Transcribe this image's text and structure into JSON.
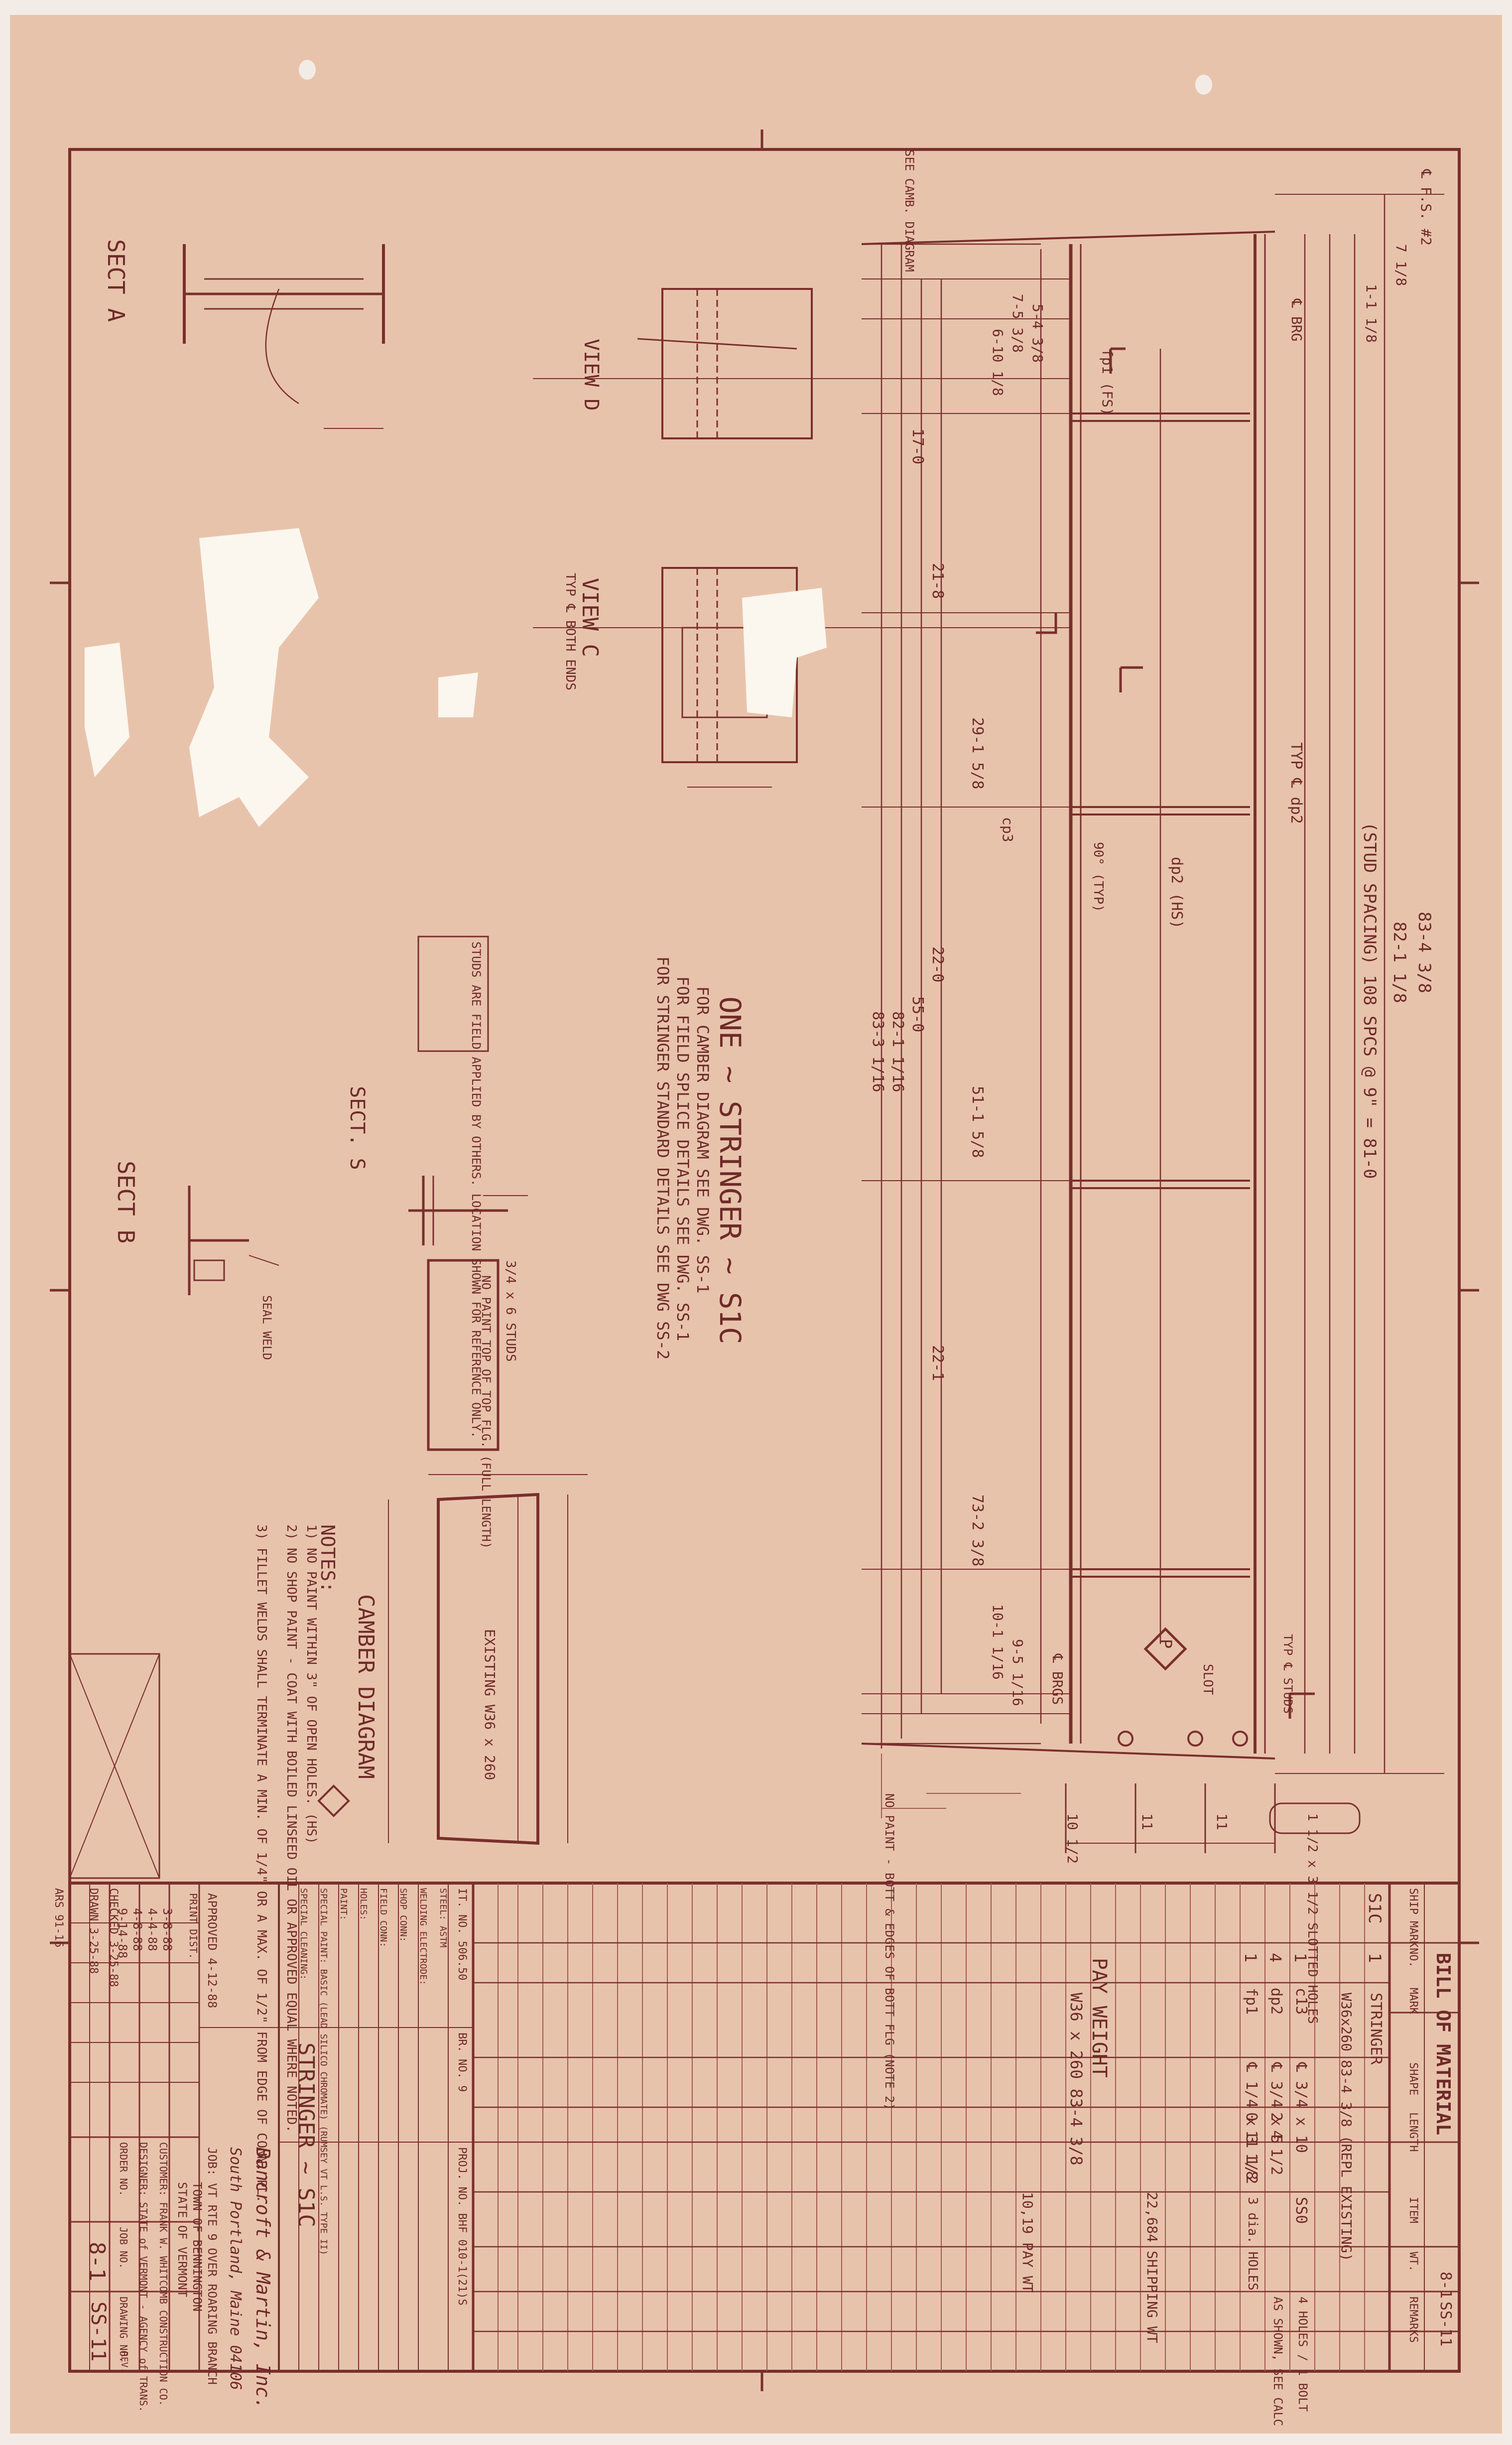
{
  "colors": {
    "paper": "#e8c3ac",
    "ink": "#7a2f2c",
    "ink_light": "#a35a50",
    "background": "#f3ece6",
    "white_patch": "#fbf7ee"
  },
  "elevation": {
    "dimensions_top": [
      "83-4 3/8",
      "82-1 1/8",
      "(STUD SPACING) 108 SPCS @ 9\" = 81-0"
    ],
    "dimensions_inner": [
      "17-0",
      "21-8",
      "29-1 5/8",
      "22-0",
      "55-0",
      "51-1 5/8",
      "22-1",
      "73-2 3/8",
      "82-1 1/16",
      "83-3 1/16",
      "10-1 1/16",
      "9-5 1/16",
      "7-5 3/8",
      "6-10 1/8",
      "5-4 3/8",
      "1-1 1/8",
      "7 1/8"
    ],
    "labels": [
      "℄ F.S. #2",
      "℄ BRG",
      "℄ BRGS",
      "SEE CAMB. DIAGRAM",
      "fp1 (FS)",
      "dp2 (HS)",
      "TYP ℄ dp2",
      "cp3",
      "90° (TYP)",
      "SLOT",
      "TYP ℄ STUDS",
      "NO PAINT - BOTT & EDGES OF BOTT FLG (NOTE 2)",
      "1 1/2 x 3 1/2 SLOTTED HOLES",
      "10 1/2",
      "11",
      "11",
      "P"
    ]
  },
  "title_block_text": {
    "main_title": "ONE ~ STRINGER ~ S1C",
    "camber_note": "FOR CAMBER DIAGRAM SEE DWG. SS-1",
    "splice_note": "FOR FIELD SPLICE DETAILS SEE DWG. SS-1",
    "standard_note": "FOR STRINGER STANDARD DETAILS SEE DWG SS-2"
  },
  "views": {
    "sect_a": "SECT A",
    "sect_b": "SECT B",
    "sect_s": "SECT. S",
    "view_c": "VIEW C",
    "view_c_sub": "TYP ℄ BOTH ENDS",
    "view_d": "VIEW D",
    "camber": "CAMBER DIAGRAM",
    "existing": "EXISTING W36 x 260",
    "seal_weld": "SEAL WELD",
    "studs_box": "STUDS ARE FIELD APPLIED BY OTHERS. LOCATION SHOWN FOR REFERENCE ONLY.",
    "paint_box": "NO PAINT TOP OF TOP FLG. (FULL LENGTH)",
    "stud_label": "3/4 x 6 STUDS"
  },
  "notes": {
    "heading": "NOTES:",
    "items": [
      "1) NO PAINT WITHIN 3\" OF OPEN HOLES. (HS)",
      "2) NO SHOP PAINT - COAT WITH BOILED LINSEED OIL OR APPROVED EQUAL WHERE NOTED.",
      "3) FILLET WELDS SHALL TERMINATE A MIN. OF 1/4\" OR A MAX. OF 1/2\" FROM EDGE OF CONN. PL."
    ]
  },
  "bom": {
    "title": "BILL OF MATERIAL",
    "headers": [
      "SHIP MARK",
      "NO.",
      "MARK",
      "SHAPE",
      "LENGTH",
      "ITEM",
      "WT.",
      "REMARKS"
    ],
    "job_no": "8-1",
    "drawing_no": "SS-11",
    "rows": [
      {
        "mark": "S1C",
        "no": "1",
        "shape": "STRINGER",
        "remarks": "W36x260 83-4 3/8 (REPL EXISTING)"
      },
      {
        "no": "1",
        "mark": "c13",
        "shape": "℄ 3/4 x 10",
        "item": "SS0",
        "remarks": "4 HOLES / 1 BOLT"
      },
      {
        "no": "4",
        "mark": "dp2",
        "shape": "℄ 3/4 x 5",
        "length": "2 4 1/2",
        "remarks": "AS SHOWN, SEE CALC"
      },
      {
        "no": "1",
        "mark": "fp1",
        "shape": "℄ 1/4 x 3 1/8",
        "length": "0 11 1/2",
        "item": "3 dia. HOLES"
      }
    ],
    "pay_weight": "PAY WEIGHT",
    "pay_item": "W36 x 260 83-4 3/8",
    "shipping": "22,684 SHIPPING WT",
    "pay_wt": "10,19 PAY WT"
  },
  "title_block": {
    "piece": "STRINGER ~ S1C",
    "fabricator": "Bancroft & Martin, Inc.",
    "location": "South Portland, Maine 04106",
    "job": "JOB: VT RTE 9 OVER ROARING BRANCH",
    "town": "TOWN OF BENNINGTON",
    "state": "STATE OF VERMONT",
    "customer": "CUSTOMER: FRANK W. WHITCOMB CONSTRUCTION CO.",
    "designer": "DESIGNER: STATE of VERMONT - AGENCY of TRANS.",
    "order_no": "ORDER NO.",
    "job_no_label": "JOB NO.",
    "drawing_no_label": "DRAWING NO.",
    "rev_label": "REV.",
    "job_no": "8-1",
    "drawing_no": "SS-11",
    "drawn": "DRAWN 3-25-88",
    "checked": "CHECKED 3-25-88",
    "approved": "APPROVED 4-12-88",
    "print_dist": "PRINT DIST.",
    "revisions": [
      "3-8-88",
      "4-4-88",
      "4-8-88",
      "9-14-88"
    ],
    "it_no": "IT. NO. 506.50",
    "br_no": "BR. NO. 9",
    "proj_no": "PROJ. NO. BHF 010-1(21)S",
    "steel": "STEEL: ASTM",
    "welding": "WELDING ELECTRODE:",
    "shop_conn": "SHOP CONN:",
    "field_conn": "FIELD CONN:",
    "holes": "HOLES:",
    "paint": "PAINT:",
    "special_paint": "SPECIAL PAINT: BASIC (LEAD SILICO CHROMATE) (RUMSEY VT L.S. TYPE II)",
    "special_cleaning": "SPECIAL CLEANING:",
    "stamp": "ARS 91-16"
  }
}
